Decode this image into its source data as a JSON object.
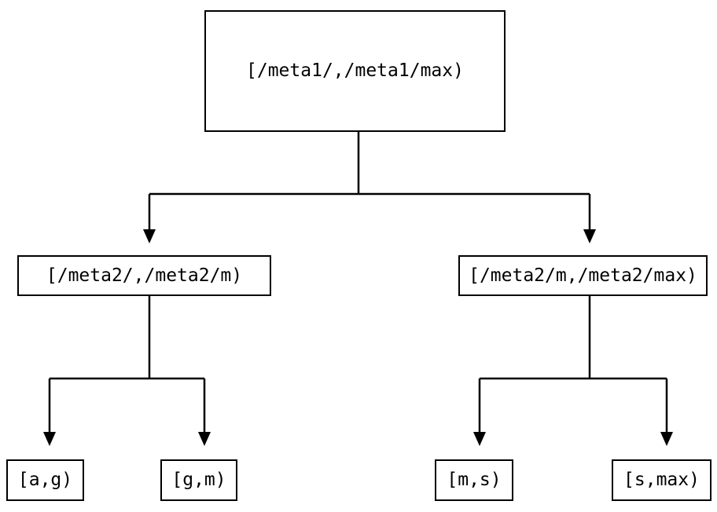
{
  "diagram": {
    "background_color": "#ffffff",
    "line_color": "#000000",
    "text_color": "#000000",
    "nodes": {
      "root": {
        "label": "[/meta1/,/meta1/max)"
      },
      "branch_left": {
        "label": "[/meta2/,/meta2/m)"
      },
      "branch_right": {
        "label": "[/meta2/m,/meta2/max)"
      },
      "leaf_1": {
        "label": "[a,g)"
      },
      "leaf_2": {
        "label": "[g,m)"
      },
      "leaf_3": {
        "label": "[m,s)"
      },
      "leaf_4": {
        "label": "[s,max)"
      }
    }
  }
}
